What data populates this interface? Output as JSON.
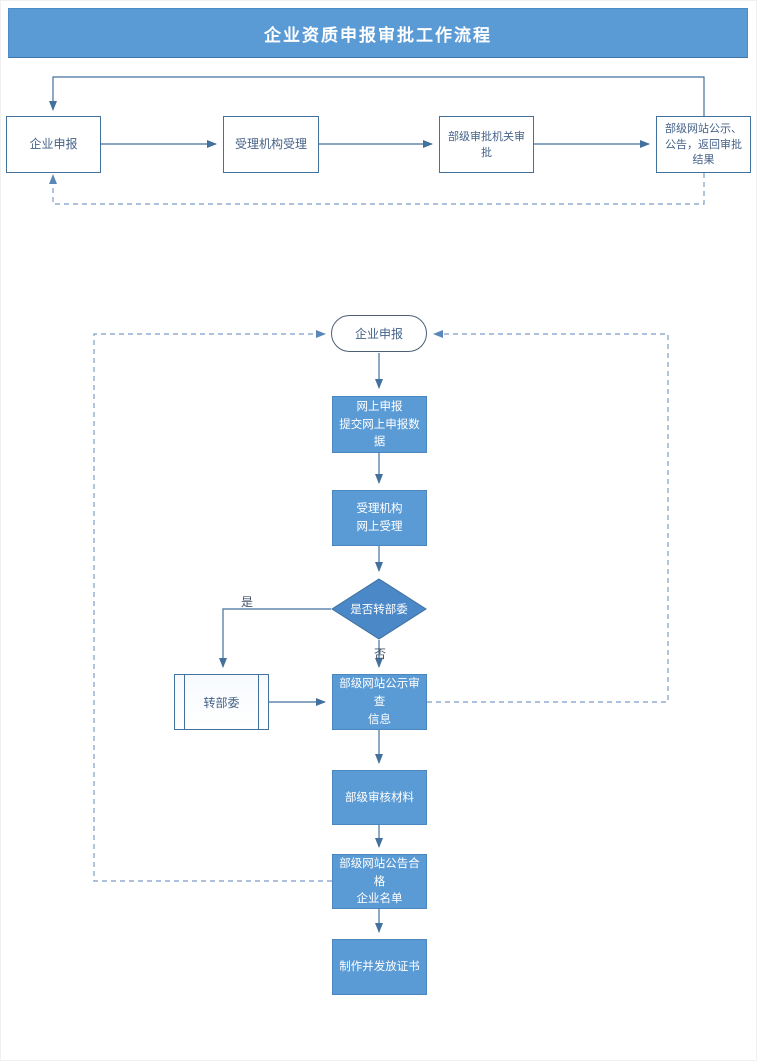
{
  "header": {
    "title": "企业资质申报审批工作流程"
  },
  "colors": {
    "header_bg": "#5b9bd5",
    "process_fill": "#5b9bd5",
    "process_border": "#41719c",
    "decision_fill": "#4b88c8",
    "connector": "#41719c",
    "dashed_connector": "#7c9cc6",
    "white_box_text": "#456288"
  },
  "top_flow": {
    "steps": [
      {
        "label": "企业申报"
      },
      {
        "label": "受理机构受理"
      },
      {
        "label": "部级审批机关审批"
      },
      {
        "label": "部级网站公示、公告，返回审批结果"
      }
    ]
  },
  "detail_flow": {
    "start_label": "企业申报",
    "step_online_declare": "网上申报\n提交网上申报数据",
    "step_online_accept": "受理机构\n网上受理",
    "decision_label": "是否转部委",
    "yes_label": "是",
    "no_label": "否",
    "subprocess_label": "转部委",
    "step_publicity": "部级网站公示审查\n信息",
    "step_review": "部级审核材料",
    "step_announce": "部级网站公告合格\n企业名单",
    "step_certificate": "制作并发放证书"
  }
}
